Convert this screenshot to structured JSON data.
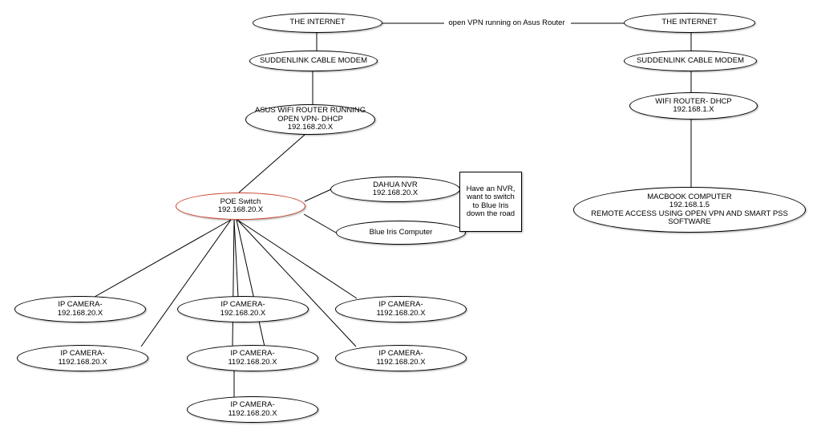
{
  "colors": {
    "stroke": "#000000",
    "accent": "#d0452f"
  },
  "left_site": {
    "internet": "THE INTERNET",
    "modem": "SUDDENLINK CABLE MODEM",
    "router": "ASUS WIFI ROUTER RUNNING\nOPEN VPN- DHCP\n192.168.20.X",
    "poe_switch": "POE Switch\n192.168.20.X",
    "nvr": "DAHUA NVR\n192.168.20.X",
    "blue_iris": "Blue Iris Computer",
    "note": "Have an NVR,\nwant to switch\nto Blue Iris\ndown the road",
    "cameras": [
      "IP CAMERA-\n192.168.20.X",
      "IP CAMERA-\n1192.168.20.X",
      "IP CAMERA-\n192.168.20.X",
      "IP CAMERA-\n1192.168.20.X",
      "IP CAMERA-\n1192.168.20.X",
      "IP CAMERA-\n1192.168.20.X",
      "IP CAMERA-\n1192.168.20.X"
    ]
  },
  "vpn_link_label": "open VPN running on Asus Router",
  "right_site": {
    "internet": "THE INTERNET",
    "modem": "SUDDENLINK CABLE MODEM",
    "router": "WIFI ROUTER- DHCP\n192.168.1.X",
    "macbook": "MACBOOK COMPUTER\n192.168.1.5\nREMOTE ACCESS USING OPEN VPN AND SMART PSS\nSOFTWARE"
  }
}
